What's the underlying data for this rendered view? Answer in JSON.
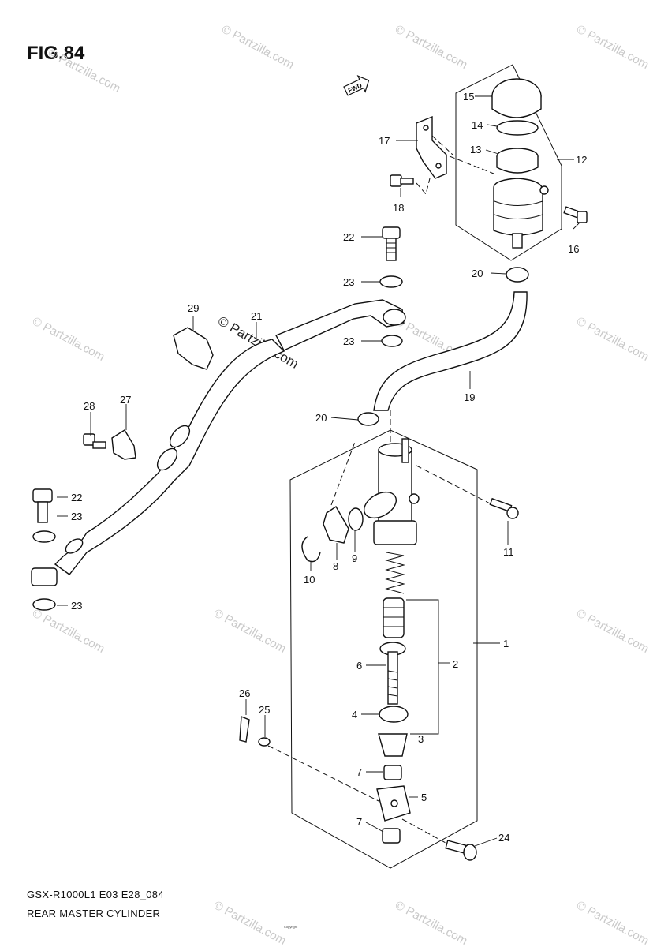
{
  "figure": {
    "id": "FIG.84"
  },
  "caption": {
    "model_line": "GSX-R1000L1 E03 E28_084",
    "title": "REAR MASTER CYLINDER"
  },
  "watermark": {
    "text": "© Partzilla.com"
  },
  "direction_badge": "FWD",
  "callouts": {
    "c1": "1",
    "c2": "2",
    "c3": "3",
    "c4": "4",
    "c5": "5",
    "c6": "6",
    "c7a": "7",
    "c7b": "7",
    "c8": "8",
    "c9": "9",
    "c10": "10",
    "c11": "11",
    "c12": "12",
    "c13": "13",
    "c14": "14",
    "c15": "15",
    "c16": "16",
    "c17": "17",
    "c18": "18",
    "c19": "19",
    "c20a": "20",
    "c20b": "20",
    "c21": "21",
    "c22a": "22",
    "c22b": "22",
    "c23a": "23",
    "c23b": "23",
    "c23c": "23",
    "c23d": "23",
    "c24": "24",
    "c25": "25",
    "c26": "26",
    "c27": "27",
    "c28": "28",
    "c29": "29"
  },
  "footer_copyright": "Copyright"
}
